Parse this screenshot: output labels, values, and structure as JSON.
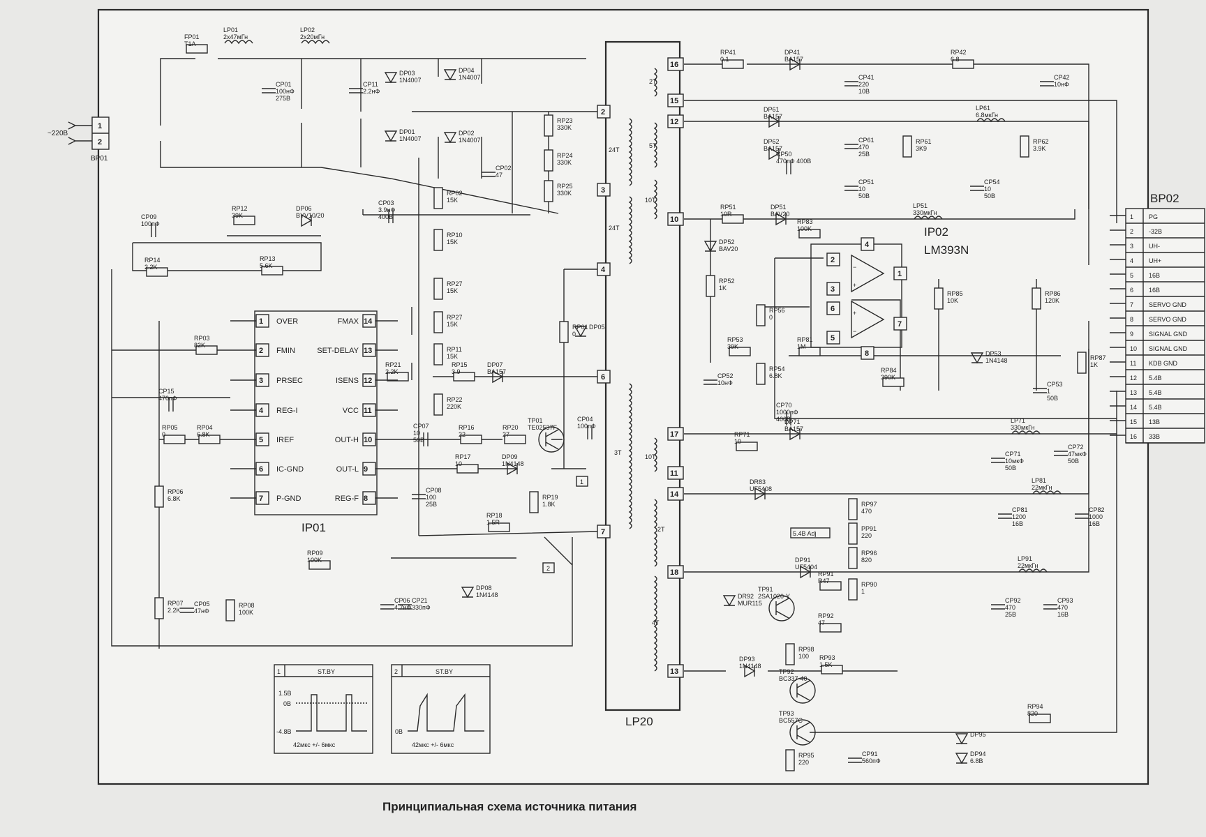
{
  "caption": "Принципиальная схема источника питания",
  "connectors": {
    "bp01": {
      "name": "BP01",
      "input": "~220B",
      "pins": [
        "1",
        "2"
      ]
    },
    "bp02": {
      "name": "BP02",
      "pins": [
        {
          "n": "1",
          "label": "PG"
        },
        {
          "n": "2",
          "label": "-32B"
        },
        {
          "n": "3",
          "label": "UH-"
        },
        {
          "n": "4",
          "label": "UH+"
        },
        {
          "n": "5",
          "label": "16B"
        },
        {
          "n": "6",
          "label": "16B"
        },
        {
          "n": "7",
          "label": "SERVO GND"
        },
        {
          "n": "8",
          "label": "SERVO GND"
        },
        {
          "n": "9",
          "label": "SIGNAL GND"
        },
        {
          "n": "10",
          "label": "SIGNAL GND"
        },
        {
          "n": "11",
          "label": "KDB GND"
        },
        {
          "n": "12",
          "label": "5.4B"
        },
        {
          "n": "13",
          "label": "5.4B"
        },
        {
          "n": "14",
          "label": "5.4B"
        },
        {
          "n": "15",
          "label": "13B"
        },
        {
          "n": "16",
          "label": "33B"
        }
      ]
    }
  },
  "ic1": {
    "name": "IP01",
    "left_pins": [
      {
        "n": "1",
        "label": "OVER"
      },
      {
        "n": "2",
        "label": "FMIN"
      },
      {
        "n": "3",
        "label": "PRSEC"
      },
      {
        "n": "4",
        "label": "REG-I"
      },
      {
        "n": "5",
        "label": "IREF"
      },
      {
        "n": "6",
        "label": "IC-GND"
      },
      {
        "n": "7",
        "label": "P-GND"
      }
    ],
    "right_pins": [
      {
        "n": "14",
        "label": "FMAX"
      },
      {
        "n": "13",
        "label": "SET-DELAY"
      },
      {
        "n": "12",
        "label": "ISENS"
      },
      {
        "n": "11",
        "label": "VCC"
      },
      {
        "n": "10",
        "label": "OUT-H"
      },
      {
        "n": "9",
        "label": "OUT-L"
      },
      {
        "n": "8",
        "label": "REG-F"
      }
    ]
  },
  "ic2": {
    "name": "IP02",
    "part": "LM393N",
    "pins": [
      "1",
      "2",
      "3",
      "4",
      "5",
      "6",
      "7",
      "8"
    ]
  },
  "transformer": {
    "name": "LP20",
    "primary_pins": [
      "2",
      "3",
      "4",
      "6",
      "7"
    ],
    "secondary_pins": [
      "16",
      "15",
      "12",
      "10",
      "17",
      "11",
      "14",
      "18",
      "13"
    ],
    "windings": [
      "24T",
      "24T",
      "3T",
      "2T",
      "5T",
      "10T",
      "10T",
      "2T",
      "4T"
    ]
  },
  "components": [
    {
      "ref": "FP01",
      "value": "T1A"
    },
    {
      "ref": "LP01",
      "value": "2x47мГн"
    },
    {
      "ref": "LP02",
      "value": "2x20мГн"
    },
    {
      "ref": "CP01",
      "value": "100нФ",
      "value2": "275B"
    },
    {
      "ref": "CP11",
      "value": "2.2нФ"
    },
    {
      "ref": "DP03",
      "value": "1N4007"
    },
    {
      "ref": "DP04",
      "value": "1N4007"
    },
    {
      "ref": "DP01",
      "value": "1N4007"
    },
    {
      "ref": "DP02",
      "value": "1N4007"
    },
    {
      "ref": "CP02",
      "value": "47"
    },
    {
      "ref": "RP23",
      "value": "330K"
    },
    {
      "ref": "RP24",
      "value": "330K"
    },
    {
      "ref": "RP25",
      "value": "330K"
    },
    {
      "ref": "RP02",
      "value": "15K"
    },
    {
      "ref": "CP03",
      "value": "3.9нФ",
      "value2": "400B"
    },
    {
      "ref": "CP09",
      "value": "100пФ"
    },
    {
      "ref": "RP12",
      "value": "39K"
    },
    {
      "ref": "DP06",
      "value": "BYV10/20"
    },
    {
      "ref": "RP14",
      "value": "2.2K"
    },
    {
      "ref": "RP13",
      "value": "5.6K"
    },
    {
      "ref": "RP10",
      "value": "15K"
    },
    {
      "ref": "RP27",
      "value": "15K"
    },
    {
      "ref": "RP27",
      "value": "15K"
    },
    {
      "ref": "RP11",
      "value": "15K"
    },
    {
      "ref": "RP03",
      "value": "82K"
    },
    {
      "ref": "CP15",
      "value": "470пФ"
    },
    {
      "ref": "RP05",
      "value": "0"
    },
    {
      "ref": "RP04",
      "value": "6.8K"
    },
    {
      "ref": "RP06",
      "value": "6.8K"
    },
    {
      "ref": "RP21",
      "value": "2.2K"
    },
    {
      "ref": "RP15",
      "value": "3.9"
    },
    {
      "ref": "DP07",
      "value": "BA157"
    },
    {
      "ref": "RP22",
      "value": "220K"
    },
    {
      "ref": "RP01",
      "value": "0"
    },
    {
      "ref": "DP05",
      "value": ""
    },
    {
      "ref": "TP01",
      "value": "TE02537F"
    },
    {
      "ref": "CP04",
      "value": "100пФ"
    },
    {
      "ref": "RP16",
      "value": "22"
    },
    {
      "ref": "RP20",
      "value": "27"
    },
    {
      "ref": "CP07",
      "value": "10",
      "value2": "50B"
    },
    {
      "ref": "RP17",
      "value": "10"
    },
    {
      "ref": "DP09",
      "value": "1N4148"
    },
    {
      "ref": "CP08",
      "value": "100",
      "value2": "25B"
    },
    {
      "ref": "RP19",
      "value": "1.8K"
    },
    {
      "ref": "RP18",
      "value": "1.5R"
    },
    {
      "ref": "RP09",
      "value": "100K"
    },
    {
      "ref": "CP05",
      "value": "47нФ"
    },
    {
      "ref": "RP08",
      "value": "100K"
    },
    {
      "ref": "RP07",
      "value": "2.2K"
    },
    {
      "ref": "CP06",
      "value": "4.7нФ"
    },
    {
      "ref": "CP21",
      "value": "330пФ"
    },
    {
      "ref": "DP08",
      "value": "1N4148"
    },
    {
      "ref": "RP41",
      "value": "0.1"
    },
    {
      "ref": "DP41",
      "value": "BA157"
    },
    {
      "ref": "RP42",
      "value": "6.8"
    },
    {
      "ref": "CP41",
      "value": "220",
      "value2": "10B"
    },
    {
      "ref": "CP42",
      "value": "10нФ"
    },
    {
      "ref": "DP61",
      "value": "BA157"
    },
    {
      "ref": "DP62",
      "value": "BA157"
    },
    {
      "ref": "CP61",
      "value": "470",
      "value2": "25B"
    },
    {
      "ref": "RP61",
      "value": "3K9"
    },
    {
      "ref": "LP61",
      "value": "6.8мкГн"
    },
    {
      "ref": "RP62",
      "value": "3.9K"
    },
    {
      "ref": "CP50",
      "value": "470пФ 400B"
    },
    {
      "ref": "RP51",
      "value": "10R"
    },
    {
      "ref": "DP51",
      "value": "BAV20"
    },
    {
      "ref": "CP51",
      "value": "10",
      "value2": "50B"
    },
    {
      "ref": "LP51",
      "value": "330мкГн"
    },
    {
      "ref": "CP54",
      "value": "10",
      "value2": "50B"
    },
    {
      "ref": "DP52",
      "value": "BAV20"
    },
    {
      "ref": "RP52",
      "value": "1K"
    },
    {
      "ref": "RP83",
      "value": "100K"
    },
    {
      "ref": "RP56",
      "value": "0"
    },
    {
      "ref": "RP53",
      "value": "39K"
    },
    {
      "ref": "RP54",
      "value": "6.8K"
    },
    {
      "ref": "CP52",
      "value": "10нФ"
    },
    {
      "ref": "RP81",
      "value": "1M"
    },
    {
      "ref": "RP85",
      "value": "10K"
    },
    {
      "ref": "RP86",
      "value": "120K"
    },
    {
      "ref": "DP53",
      "value": "1N4148"
    },
    {
      "ref": "RP84",
      "value": "390K"
    },
    {
      "ref": "CP53",
      "value": "1",
      "value2": "50B"
    },
    {
      "ref": "RP87",
      "value": "1K"
    },
    {
      "ref": "CP70",
      "value": "1000пФ",
      "value2": "400B"
    },
    {
      "ref": "RP71",
      "value": "10"
    },
    {
      "ref": "DP71",
      "value": "BA157"
    },
    {
      "ref": "LP71",
      "value": "330мкГн"
    },
    {
      "ref": "CP71",
      "value": "10мкФ",
      "value2": "50B"
    },
    {
      "ref": "CP72",
      "value": "47мкФ",
      "value2": "50B"
    },
    {
      "ref": "DR83",
      "value": "UF5408"
    },
    {
      "ref": "LP81",
      "value": "22мкГн"
    },
    {
      "ref": "CP81",
      "value": "1200",
      "value2": "16B"
    },
    {
      "ref": "CP82",
      "value": "1000",
      "value2": "16B"
    },
    {
      "ref": "RP97",
      "value": "470"
    },
    {
      "ref": "PP91",
      "value": "220"
    },
    {
      "ref": "RP96",
      "value": "820"
    },
    {
      "ref": "DP91",
      "value": "UF5404"
    },
    {
      "ref": "DR92",
      "value": "MUR115"
    },
    {
      "ref": "RP91",
      "value": "R47"
    },
    {
      "ref": "RP90",
      "value": "1"
    },
    {
      "ref": "TP91",
      "value": "2SA1020-Y"
    },
    {
      "ref": "RP92",
      "value": "47"
    },
    {
      "ref": "LP91",
      "value": "22мкГн"
    },
    {
      "ref": "CP92",
      "value": "470",
      "value2": "25B"
    },
    {
      "ref": "CP93",
      "value": "470",
      "value2": "16B"
    },
    {
      "ref": "DP93",
      "value": "1N4148"
    },
    {
      "ref": "RP98",
      "value": "100"
    },
    {
      "ref": "RP93",
      "value": "1.5K"
    },
    {
      "ref": "TP92",
      "value": "BC337-40"
    },
    {
      "ref": "TP93",
      "value": "BC557C"
    },
    {
      "ref": "RP95",
      "value": "220"
    },
    {
      "ref": "CP91",
      "value": "560пФ"
    },
    {
      "ref": "RP94",
      "value": "820"
    },
    {
      "ref": "DP95",
      "value": ""
    },
    {
      "ref": "DP94",
      "value": "6.8B"
    }
  ],
  "adj_label": "5.4B Adj",
  "test_points": [
    "1",
    "2"
  ],
  "waveforms": [
    {
      "n": "1",
      "title": "ST.BY",
      "levels": [
        "1.5B",
        "0B",
        "-4.8B"
      ],
      "period": "42мкс +/- 6мкс"
    },
    {
      "n": "2",
      "title": "ST.BY",
      "levels": [
        "0B"
      ],
      "period": "42мкс +/- 6мкс"
    }
  ]
}
